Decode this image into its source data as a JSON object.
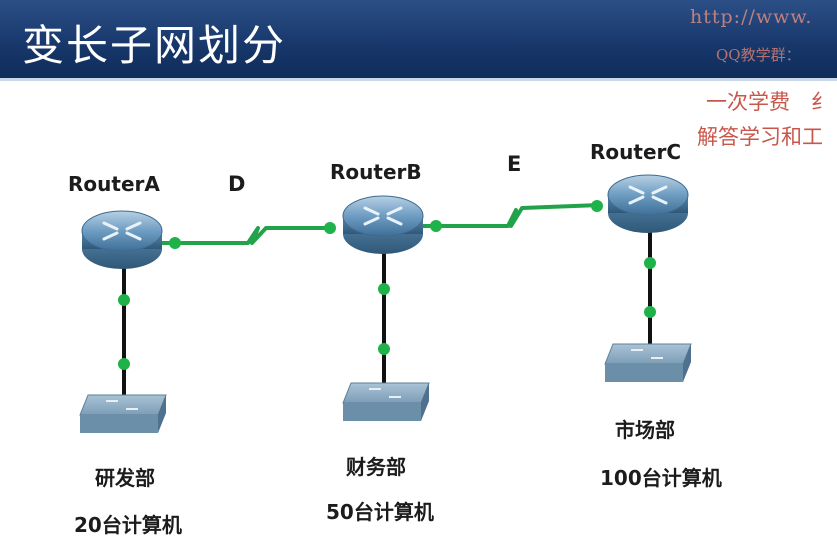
{
  "title": "变长子网划分",
  "watermark": {
    "line1": "http://www.",
    "line2": "QQ教学群：",
    "line3": "一次学费　纟",
    "line4": "解答学习和工"
  },
  "routers": [
    {
      "name": "RouterA"
    },
    {
      "name": "RouterB"
    },
    {
      "name": "RouterC"
    }
  ],
  "links": [
    {
      "label": "D",
      "from": "RouterA",
      "to": "RouterB"
    },
    {
      "label": "E",
      "from": "RouterB",
      "to": "RouterC"
    }
  ],
  "departments": [
    {
      "name": "研发部",
      "hosts": "20台计算机",
      "router": "RouterA"
    },
    {
      "name": "财务部",
      "hosts": "50台计算机",
      "router": "RouterB"
    },
    {
      "name": "市场部",
      "hosts": "100台计算机",
      "router": "RouterC"
    }
  ],
  "colors": {
    "title_bg": "#17376a",
    "serial_link": "#22a34a",
    "ethernet_link": "#111111",
    "port_dot": "#1fb14a",
    "router": "#5f8fb5",
    "switch": "#7d9fb8",
    "watermark": "#c0392b"
  },
  "icons": [
    "router-icon",
    "switch-icon"
  ]
}
